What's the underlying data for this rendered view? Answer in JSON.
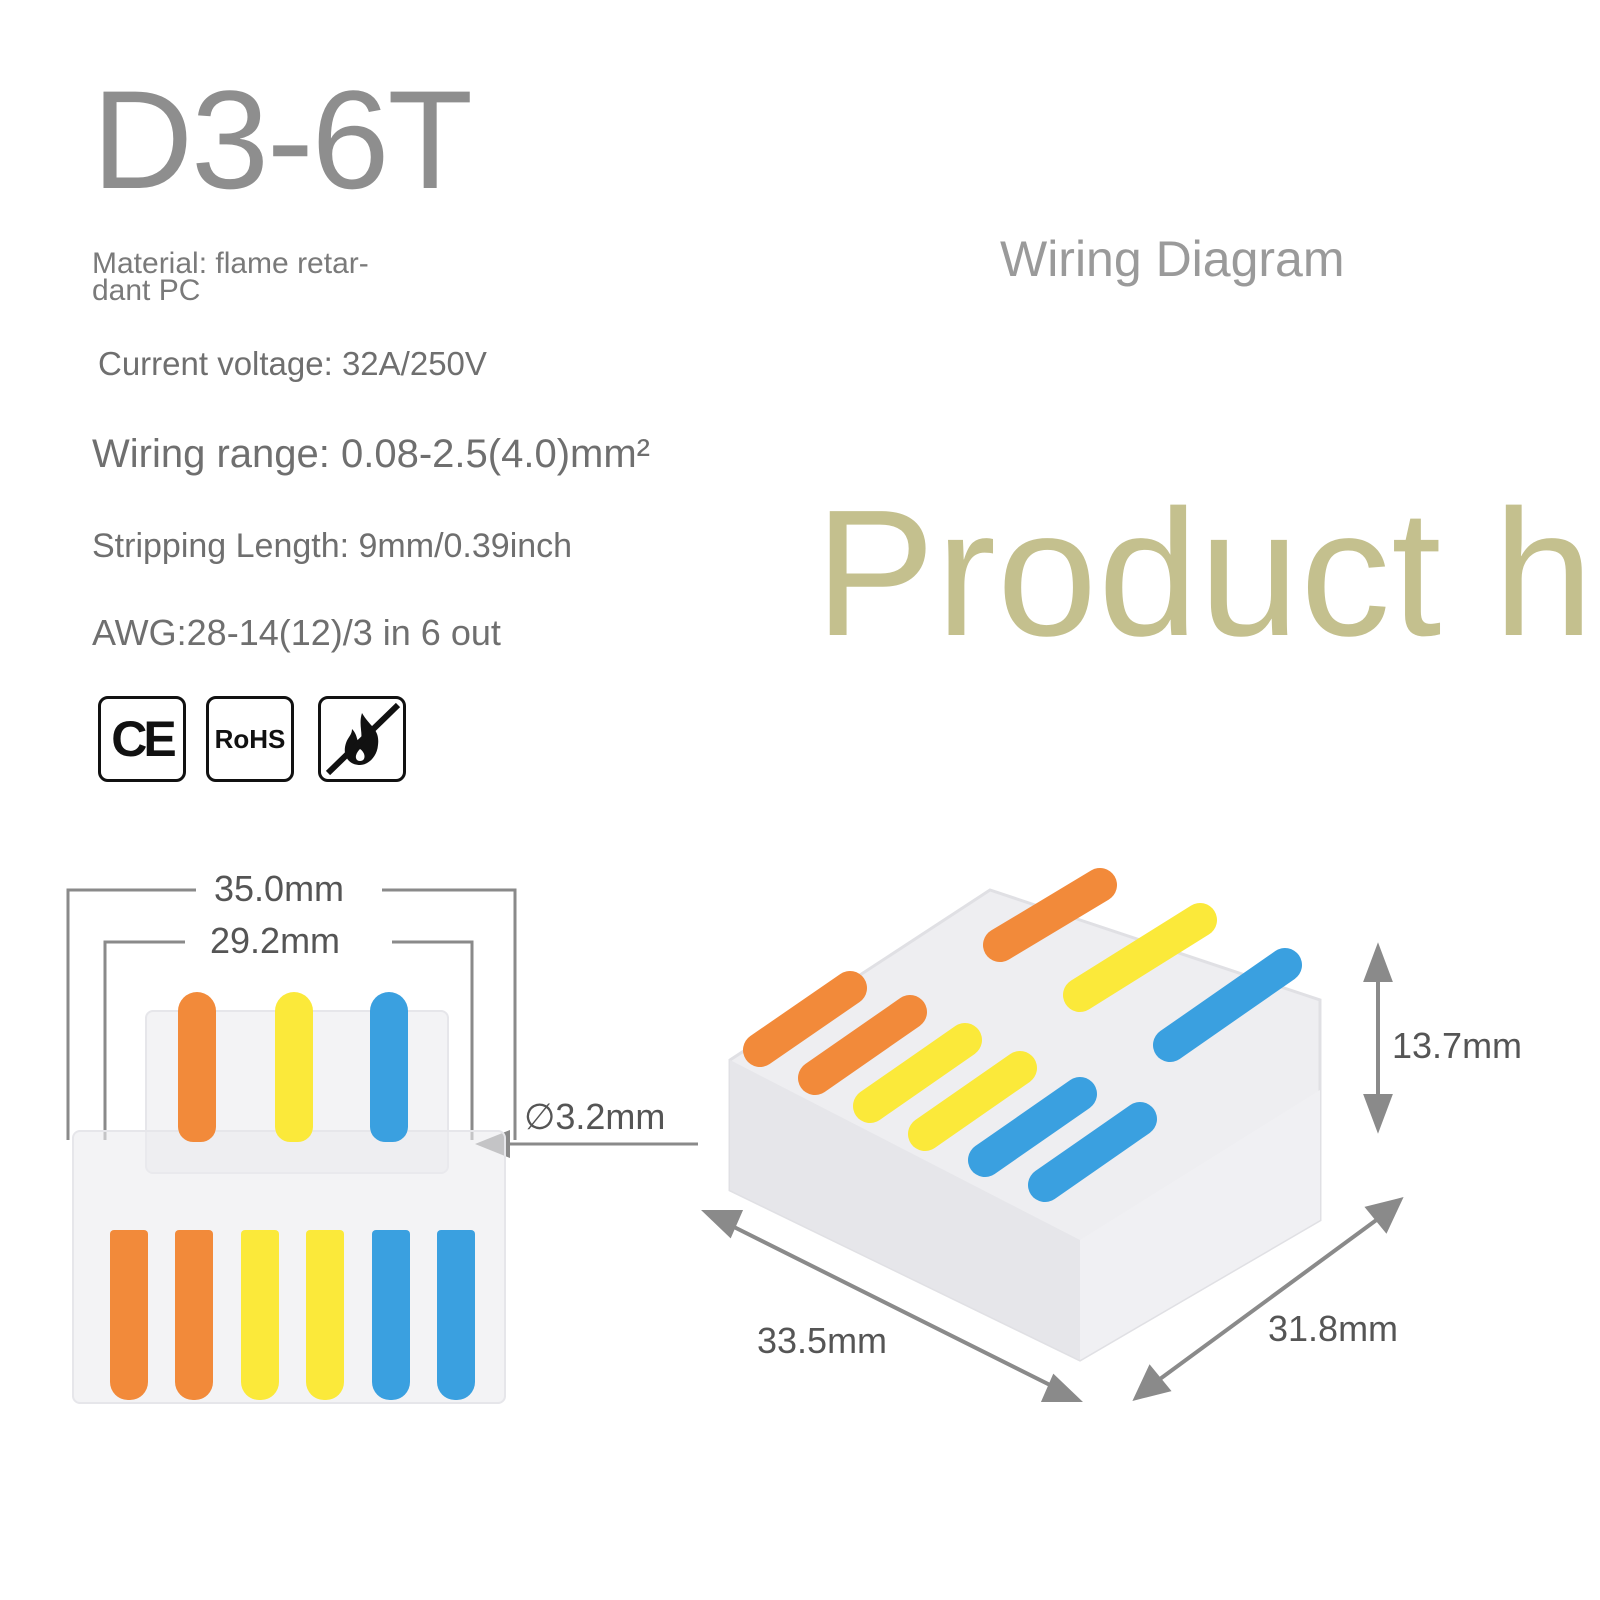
{
  "product": {
    "model": "D3-6T",
    "specs": {
      "material": "Material: flame retar- dant PC",
      "current_voltage": "Current voltage: 32A/250V",
      "wiring_range": "Wiring range: 0.08-2.5(4.0)mm²",
      "stripping_length": "Stripping Length: 9mm/0.39inch",
      "awg": "AWG:28-14(12)/3 in 6 out"
    },
    "certifications": [
      {
        "name": "ce-mark-icon",
        "label": "CE"
      },
      {
        "name": "rohs-icon",
        "label": "RoHS"
      },
      {
        "name": "flame-retardant-icon",
        "label": ""
      }
    ]
  },
  "right_panel": {
    "wiring_diagram_label": "Wiring Diagram",
    "watermark_text": "Product h"
  },
  "dimensions": {
    "overall_width": "35.0mm",
    "inner_width": "29.2mm",
    "hole_diameter": "∅3.2mm",
    "height": "13.7mm",
    "length": "33.5mm",
    "depth": "31.8mm"
  },
  "colors": {
    "orange": "#f28a3a",
    "yellow": "#fbe93a",
    "blue": "#3aa0e0",
    "title_gray": "#8e8e8e",
    "watermark_olive": "#c4c08e",
    "dim_line_gray": "#8a8a8a"
  }
}
